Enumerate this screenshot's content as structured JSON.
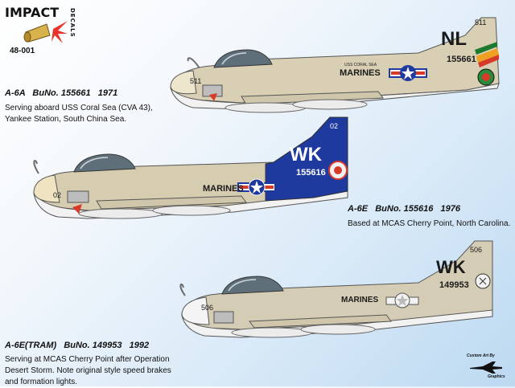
{
  "logo": {
    "brand": "IMPACT",
    "sub": "DECALS",
    "code": "48-001"
  },
  "aircraft": [
    {
      "title": "A-6A   BuNo. 155661   1971",
      "description": "Serving aboard USS Coral Sea (CVA 43),\nYankee Station, South China Sea.",
      "tail_code": "NL",
      "bureau_number": "155661",
      "modex": "511",
      "service": "MARINES",
      "ship": "USS CORAL SEA",
      "colors": {
        "upper": "#d8cfb4",
        "lower": "#f2f2f2",
        "tail": "#d8cfb4",
        "tailcode": "#1a1a1a"
      }
    },
    {
      "title": "A-6E   BuNo. 155616   1976",
      "description": "Based at MCAS Cherry Point, North Carolina.",
      "tail_code": "WK",
      "bureau_number": "155616",
      "modex": "02",
      "service": "MARINES",
      "colors": {
        "upper": "#d6ccb0",
        "lower": "#f2f2f2",
        "tail": "#1f3a9e",
        "tailcode": "#ffffff"
      }
    },
    {
      "title": "A-6E(TRAM)   BuNo. 149953   1992",
      "description": "Serving at MCAS Cherry Point after Operation\nDesert Storm. Note original style speed brakes\nand formation lights.",
      "tail_code": "WK",
      "bureau_number": "149953",
      "modex": "506",
      "service": "MARINES",
      "colors": {
        "upper": "#d4ccb4",
        "lower": "#f2f2f2",
        "tail": "#d4ccb4",
        "tailcode": "#1a1a1a"
      }
    }
  ],
  "credit": {
    "line1": "Custom Art By",
    "line2": "Graphics"
  }
}
